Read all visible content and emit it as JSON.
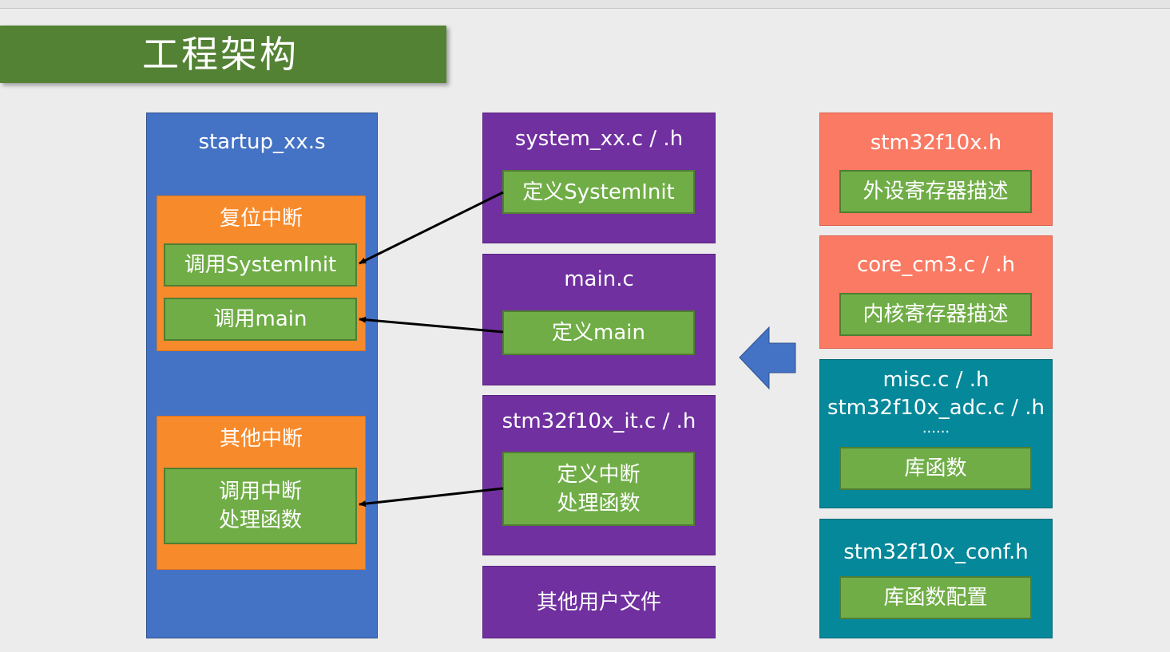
{
  "title": "工程架构",
  "startup": {
    "file": "startup_xx.s",
    "reset": {
      "title": "复位中断",
      "call_systeminit": "调用SystemInit",
      "call_main": "调用main"
    },
    "other": {
      "title": "其他中断",
      "call_handler": "调用中断\n处理函数"
    }
  },
  "middle": {
    "system": {
      "file": "system_xx.c / .h",
      "define": "定义SystemInit"
    },
    "main": {
      "file": "main.c",
      "define": "定义main"
    },
    "it": {
      "file": "stm32f10x_it.c / .h",
      "define": "定义中断\n处理函数"
    },
    "other_user": "其他用户文件"
  },
  "right": {
    "stm32": {
      "file": "stm32f10x.h",
      "desc": "外设寄存器描述"
    },
    "core": {
      "file": "core_cm3.c / .h",
      "desc": "内核寄存器描述"
    },
    "lib": {
      "file1": "misc.c / .h",
      "file2": "stm32f10x_adc.c / .h",
      "ellipsis": "......",
      "desc": "库函数"
    },
    "conf": {
      "file": "stm32f10x_conf.h",
      "desc": "库函数配置"
    }
  },
  "colors": {
    "title_green": "#548235",
    "blue": "#4472c4",
    "purple": "#7030a0",
    "salmon": "#fa7a64",
    "teal": "#05889a",
    "orange": "#f78a2b",
    "green": "#70ad47"
  }
}
